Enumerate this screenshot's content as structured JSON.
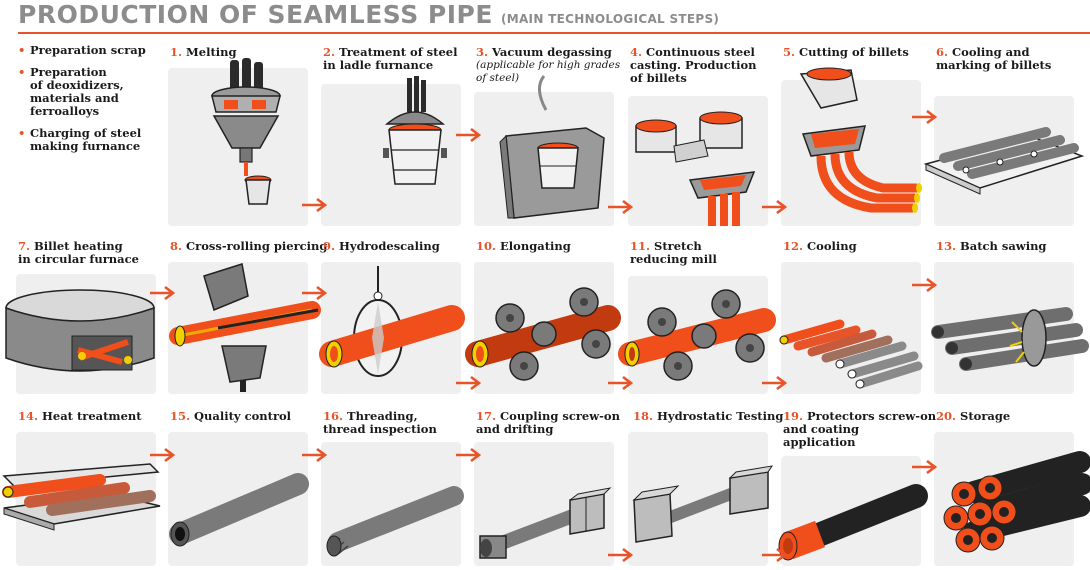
{
  "title": "PRODUCTION OF SEAMLESS PIPE",
  "subtitle": "(MAIN TECHNOLOGICAL STEPS)",
  "preparation": [
    {
      "line1": "Preparation scrap",
      "line2": "",
      "line3": ""
    },
    {
      "line1": "Preparation",
      "line2": "of deoxidizers,",
      "line3": "materials and",
      "line4": "ferroalloys"
    },
    {
      "line1": "Charging of steel",
      "line2": "making furnance",
      "line3": ""
    }
  ],
  "steps": [
    {
      "num": "1.",
      "l1": "Melting",
      "l2": ""
    },
    {
      "num": "2.",
      "l1": "Treatment of steel",
      "l2": "in ladle furnance"
    },
    {
      "num": "3.",
      "l1": "Vacuum degassing",
      "l2": "",
      "note1": "(applicable for high grades",
      "note2": "of steel)"
    },
    {
      "num": "4.",
      "l1": "Continuous steel",
      "l2": "casting. Production",
      "l3": "of billets"
    },
    {
      "num": "5.",
      "l1": "Cutting of billets",
      "l2": ""
    },
    {
      "num": "6.",
      "l1": "Cooling and",
      "l2": "marking of billets"
    },
    {
      "num": "7.",
      "l1": "Billet heating",
      "l2": "in circular furnace"
    },
    {
      "num": "8.",
      "l1": "Cross-rolling piercing",
      "l2": ""
    },
    {
      "num": "9.",
      "l1": "Hydrodescaling",
      "l2": ""
    },
    {
      "num": "10.",
      "l1": "Elongating",
      "l2": ""
    },
    {
      "num": "11.",
      "l1": "Stretch",
      "l2": "reducing mill"
    },
    {
      "num": "12.",
      "l1": "Cooling",
      "l2": ""
    },
    {
      "num": "13.",
      "l1": "Batch sawing",
      "l2": ""
    },
    {
      "num": "14.",
      "l1": "Heat treatment",
      "l2": ""
    },
    {
      "num": "15.",
      "l1": "Quality control",
      "l2": ""
    },
    {
      "num": "16.",
      "l1": "Threading,",
      "l2": "thread inspection"
    },
    {
      "num": "17.",
      "l1": "Coupling screw-on",
      "l2": "and drifting"
    },
    {
      "num": "18.",
      "l1": "Hydrostatic Testing",
      "l2": ""
    },
    {
      "num": "19.",
      "l1": "Protectors screw-on",
      "l2": "and coating",
      "l3": "application"
    },
    {
      "num": "20.",
      "l1": "Storage",
      "l2": ""
    }
  ],
  "colors": {
    "accent": "#e8542a",
    "panel": "#efefef",
    "steel": "#8a8a8a",
    "hot": "#f04e1a",
    "dark": "#333333"
  }
}
